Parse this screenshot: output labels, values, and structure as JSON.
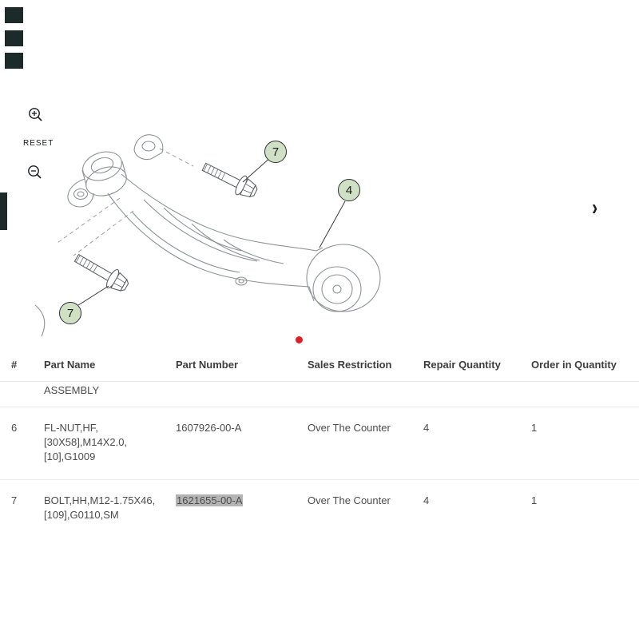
{
  "viewer": {
    "reset_label": "RESET",
    "zoom_in_icon": "magnifier-plus",
    "zoom_out_icon": "magnifier-minus",
    "next_icon": "›",
    "callouts": [
      "7",
      "4",
      "7"
    ],
    "indicator_color": "#e12026"
  },
  "table": {
    "headers": [
      "#",
      "Part Name",
      "Part Number",
      "Sales Restriction",
      "Repair Quantity",
      "Order in Quantity"
    ],
    "partial_row_text": "ASSEMBLY",
    "rows": [
      {
        "num": "6",
        "name_lines": [
          "FL-NUT,HF,",
          "[30X58],M14X2.0,",
          "[10],G1009"
        ],
        "part_number": "1607926-00-A",
        "sales_restriction": "Over The Counter",
        "repair_quantity": "4",
        "order_in_quantity": "1"
      },
      {
        "num": "7",
        "name_lines": [
          "BOLT,HH,M12-1.75X46,",
          "[109],G0110,SM"
        ],
        "part_number": "1621655-00-A",
        "sales_restriction": "Over The Counter",
        "repair_quantity": "4",
        "order_in_quantity": "1"
      }
    ]
  },
  "colors": {
    "callout_fill": "#cfe0c5",
    "highlight": "#b4b4b4",
    "line_gray": "#8e9497"
  }
}
